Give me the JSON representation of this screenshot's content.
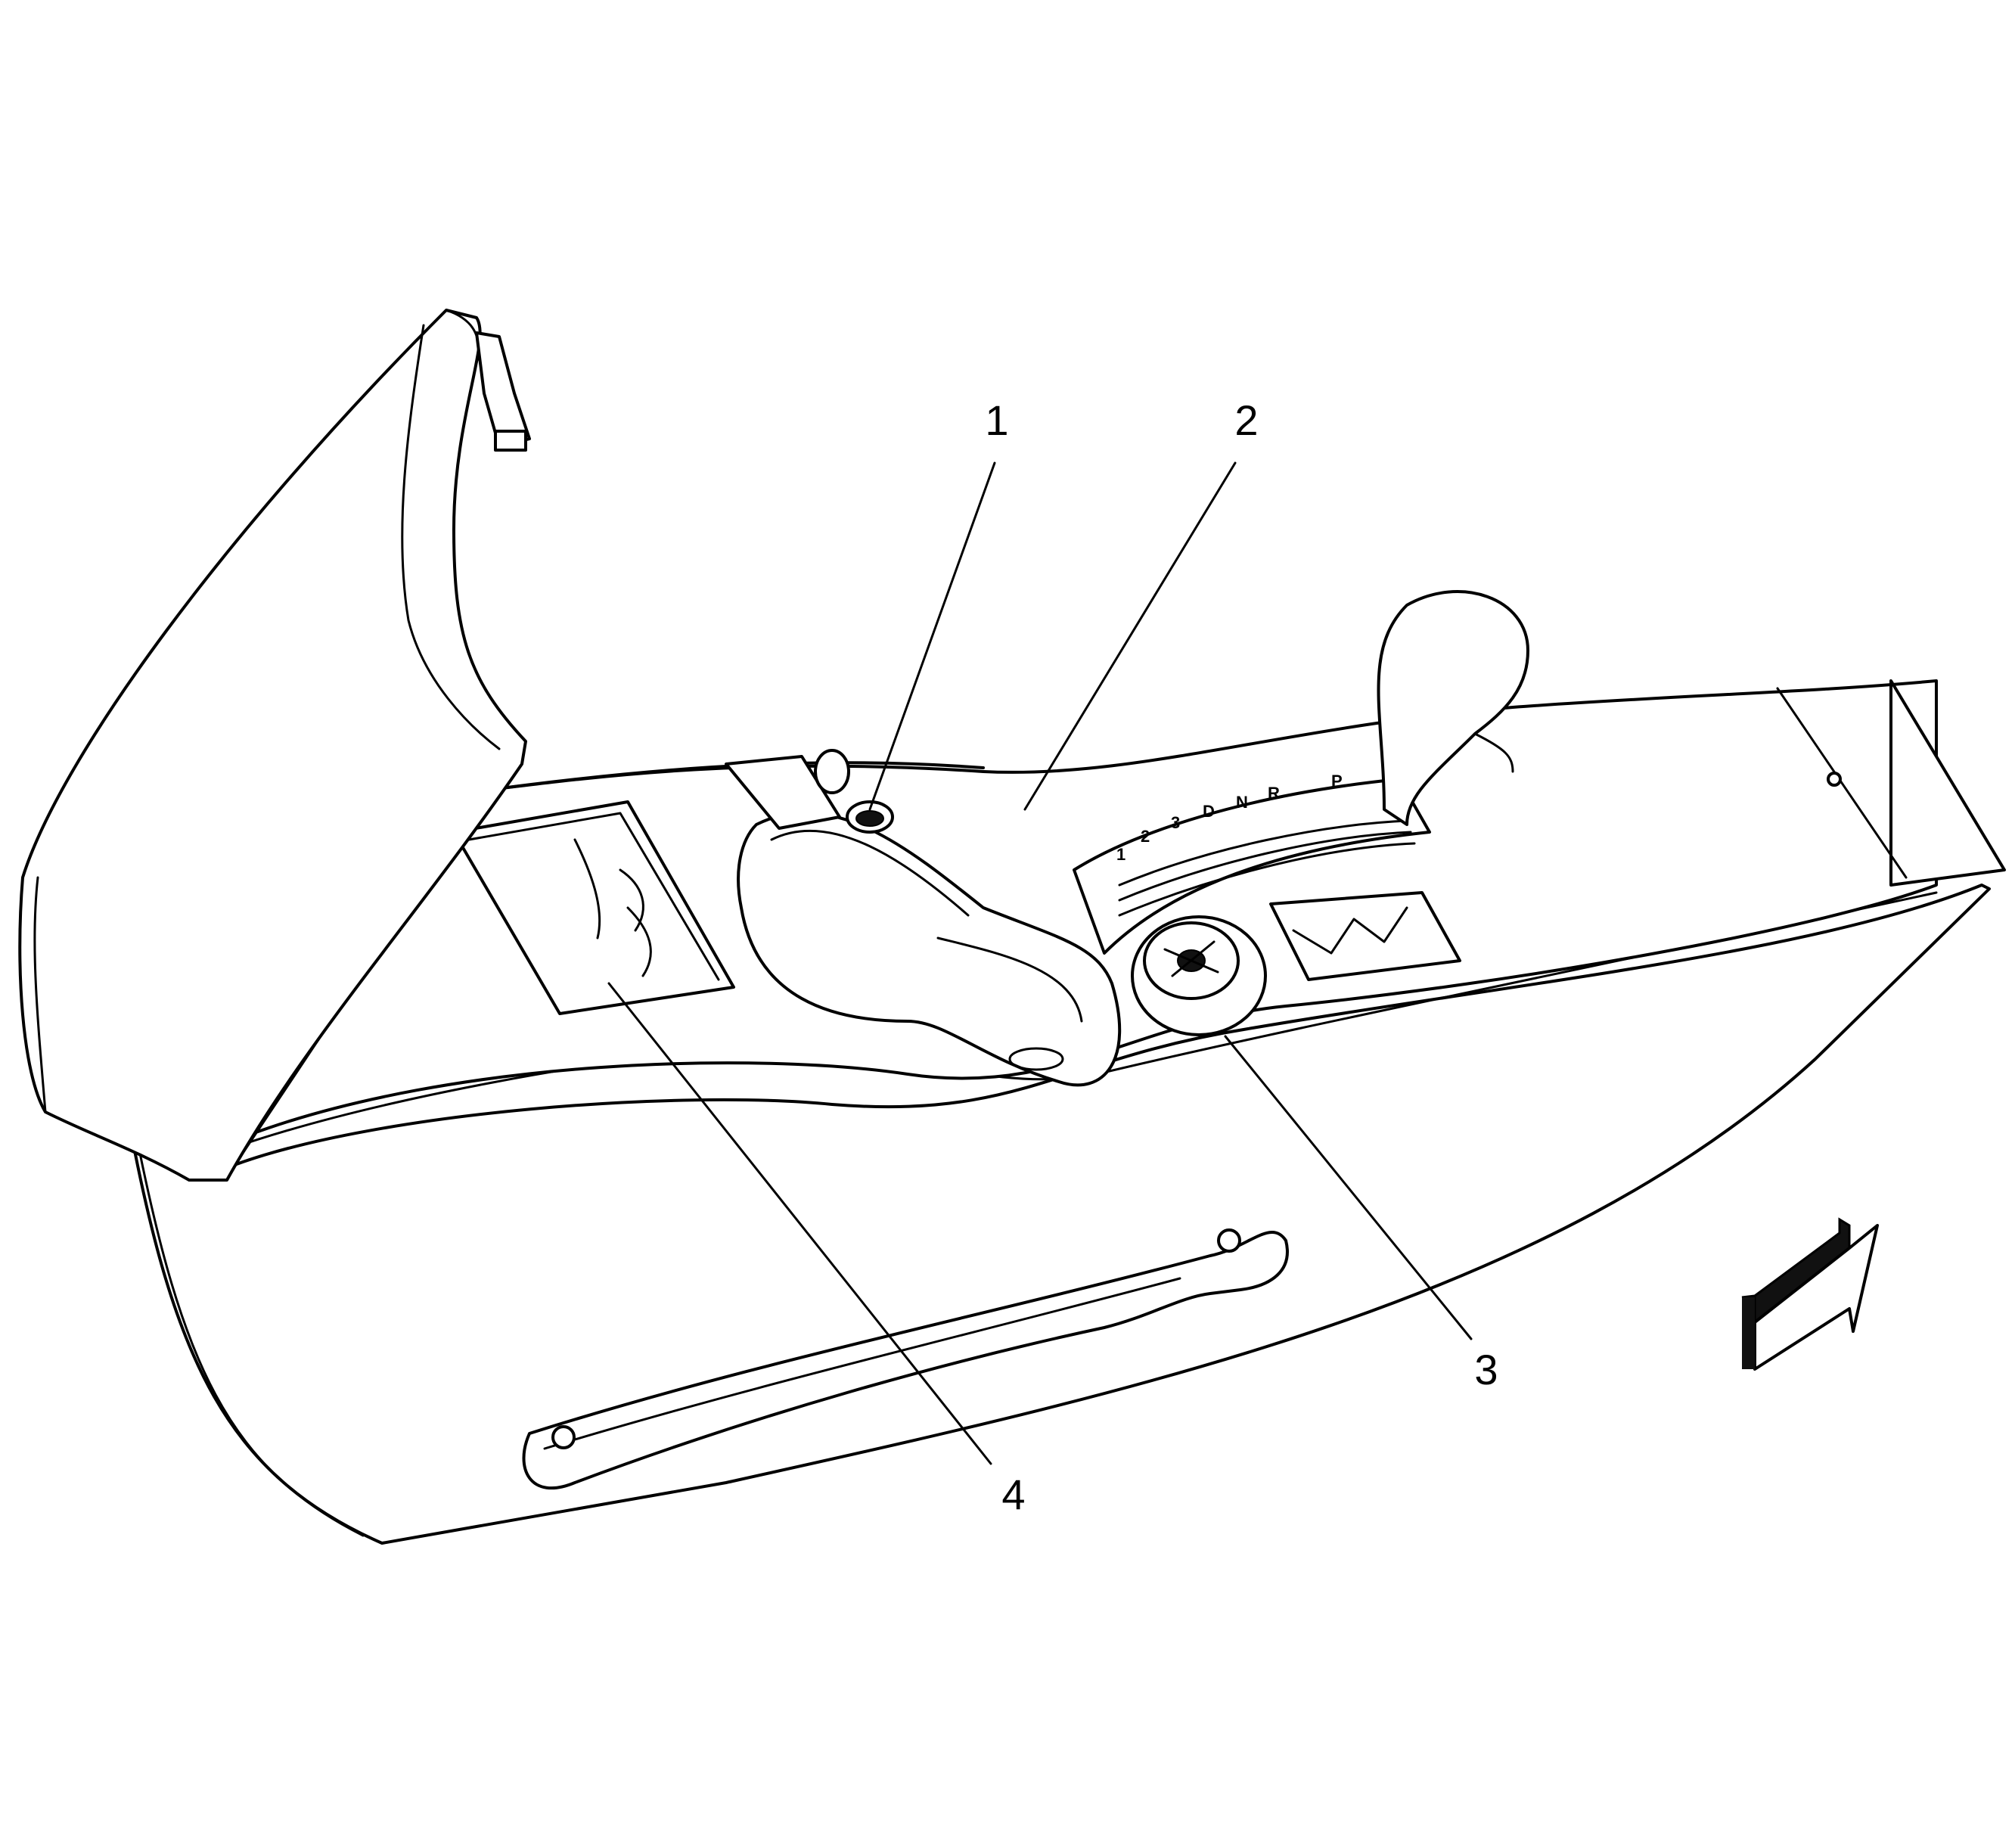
{
  "callouts": [
    {
      "id": "1",
      "label": "1"
    },
    {
      "id": "2",
      "label": "2"
    },
    {
      "id": "3",
      "label": "3"
    },
    {
      "id": "4",
      "label": "4"
    }
  ],
  "gear_indicator": [
    "1",
    "2",
    "3",
    "D",
    "N",
    "R",
    "P"
  ],
  "direction_arrow_icon": "forward-arrow-icon"
}
